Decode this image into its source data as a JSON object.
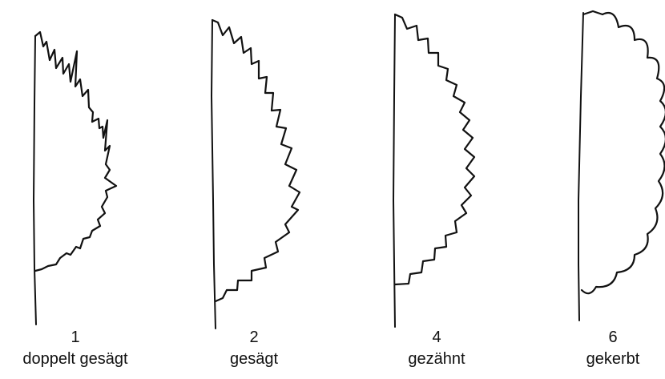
{
  "figure": {
    "leaves": [
      {
        "number": "1",
        "name": "doppelt gesägt"
      },
      {
        "number": "2",
        "name": "gesägt"
      },
      {
        "number": "4",
        "name": "gezähnt"
      },
      {
        "number": "6",
        "name": "gekerbt"
      }
    ]
  }
}
